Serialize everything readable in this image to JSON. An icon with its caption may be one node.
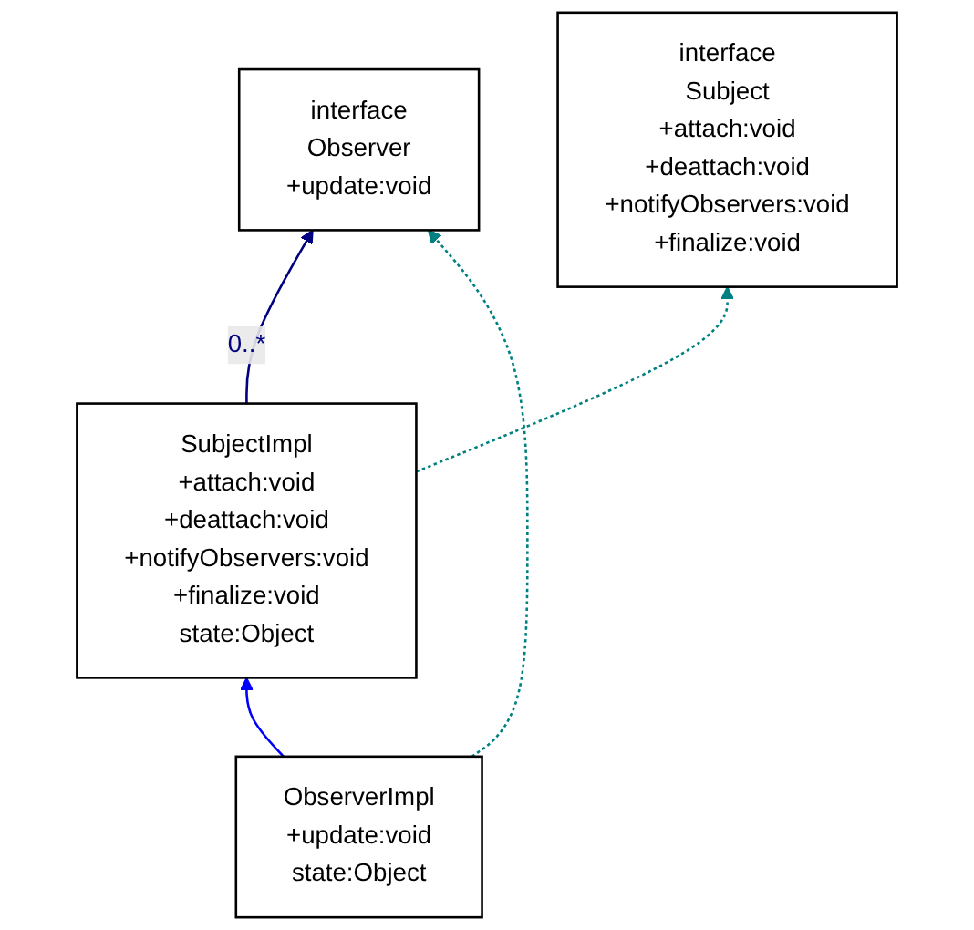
{
  "diagram": {
    "nodes": [
      {
        "text": [
          "interface",
          "Subject",
          "+attach:void",
          "+deattach:void",
          "+notifyObservers:void",
          "+finalize:void"
        ]
      },
      {
        "text": [
          "interface",
          "Observer",
          "+update:void"
        ]
      },
      {
        "text": [
          "SubjectImpl",
          "+attach:void",
          "+deattach:void",
          "+notifyObservers:void",
          "+finalize:void",
          "state:Object"
        ]
      },
      {
        "text": [
          "ObserverImpl",
          "+update:void",
          "state:Object"
        ]
      }
    ],
    "edges": [
      {
        "from": 2,
        "to": 0,
        "arrow": "to",
        "style": "dashed",
        "color": "#008080"
      },
      {
        "from": 2,
        "to": 1,
        "arrow": "to",
        "label": "0..*",
        "color": "#000080"
      },
      {
        "from": 3,
        "to": 1,
        "arrow": "to",
        "style": "dashed",
        "color": "#008080"
      },
      {
        "from": 3,
        "to": 2,
        "arrow": "to",
        "color": "#0000ff"
      }
    ]
  }
}
